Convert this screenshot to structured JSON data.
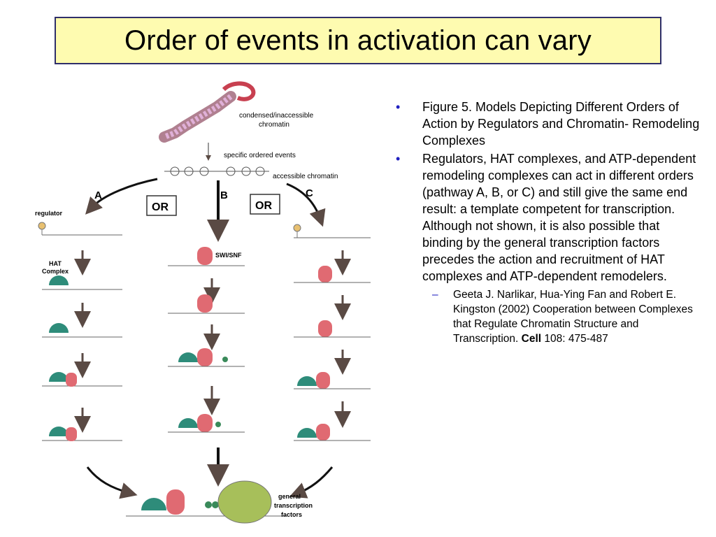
{
  "slide": {
    "title": "Order of events in activation can vary"
  },
  "figure": {
    "labels": {
      "condensed": "condensed/inaccessible",
      "condensed2": "chromatin",
      "specific": "specific ordered events",
      "accessible": "accessible chromatin",
      "pathA": "A",
      "pathB": "B",
      "pathC": "C",
      "or": "OR",
      "regulator": "regulator",
      "hat1": "HAT",
      "hat2": "Complex",
      "swisnf": "SWI/SNF",
      "gtf1": "general",
      "gtf2": "transcription",
      "gtf3": "factors"
    },
    "colors": {
      "hat": "#2e8c7a",
      "swi": "#e06a72",
      "gtf": "#a7bf5a",
      "arrow": "#5a4a44",
      "chromatin": "#c8a0c8"
    }
  },
  "bullets": [
    {
      "mark": "•",
      "text": "Figure 5. Models Depicting Different Orders of Action by Regulators and Chromatin- Remodeling Complexes"
    },
    {
      "mark": "•",
      "text": "Regulators, HAT complexes, and ATP-dependent remodeling complexes can act in different orders (pathway A, B, or C) and still give the same end result: a template competent for transcription. Although not shown, it is also possible that binding by the general transcription factors precedes the action and recruitment of HAT complexes and ATP-dependent remodelers."
    }
  ],
  "citation": {
    "mark": "–",
    "text": "Geeta J. Narlikar, Hua-Ying Fan and Robert E. Kingston (2002) Cooperation between Complexes that Regulate Chromatin Structure and Transcription.",
    "journal": "Cell",
    "ref": "108: 475-487"
  }
}
